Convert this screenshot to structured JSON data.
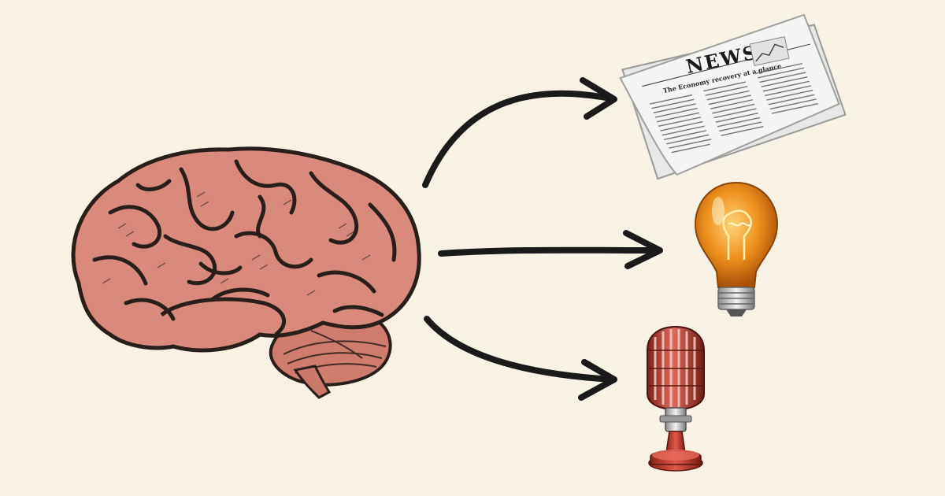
{
  "background_color": "#f7f2e4",
  "brain": {
    "icon": "brain-illustration",
    "fill": "#d98a7d",
    "outline": "#2a1e1a"
  },
  "arrows": [
    {
      "name": "arrow-to-newspaper",
      "color": "#1a1a1a"
    },
    {
      "name": "arrow-to-lightbulb",
      "color": "#1a1a1a"
    },
    {
      "name": "arrow-to-microphone",
      "color": "#1a1a1a"
    }
  ],
  "outputs": [
    {
      "name": "newspaper",
      "icon": "newspaper-icon",
      "masthead": "NEWS",
      "headline": "The Economy recovery at a glance"
    },
    {
      "name": "lightbulb",
      "icon": "lightbulb-icon",
      "glass_color": "#e8891a"
    },
    {
      "name": "microphone",
      "icon": "microphone-icon",
      "body_color": "#d9453a"
    }
  ]
}
